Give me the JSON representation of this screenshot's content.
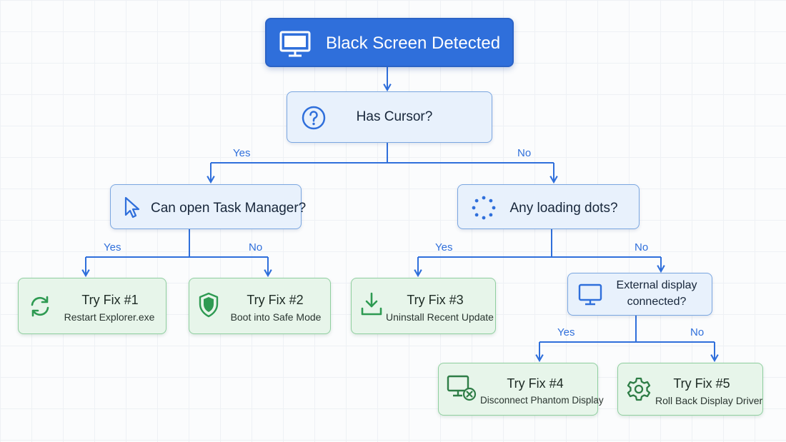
{
  "start": {
    "label": "Black Screen Detected",
    "icon": "monitor-icon"
  },
  "questions": {
    "cursor": {
      "label": "Has Cursor?",
      "icon": "question-icon"
    },
    "task_manager": {
      "label": "Can open Task Manager?",
      "icon": "cursor-icon"
    },
    "loading_dots": {
      "label": "Any loading dots?",
      "icon": "loading-dots-icon"
    },
    "external_display": {
      "line1": "External display",
      "line2": "connected?",
      "icon": "monitor-icon"
    }
  },
  "fixes": [
    {
      "title": "Try Fix #1",
      "subtitle": "Restart Explorer.exe",
      "icon": "refresh-icon"
    },
    {
      "title": "Try Fix #2",
      "subtitle": "Boot into Safe Mode",
      "icon": "shield-icon"
    },
    {
      "title": "Try Fix #3",
      "subtitle": "Uninstall Recent Update",
      "icon": "download-icon"
    },
    {
      "title": "Try Fix #4",
      "subtitle": "Disconnect Phantom Display",
      "icon": "monitor-x-icon"
    },
    {
      "title": "Try Fix #5",
      "subtitle": "Roll Back Display Driver",
      "icon": "gear-icon"
    }
  ],
  "edges": {
    "cursor_yes": "Yes",
    "cursor_no": "No",
    "task_yes": "Yes",
    "task_no": "No",
    "dots_yes": "Yes",
    "dots_no": "No",
    "display_yes": "Yes",
    "display_no": "No"
  },
  "colors": {
    "accent_blue": "#2f6fdb",
    "question_fill": "#e8f1fc",
    "fix_fill": "#e7f5ea",
    "fix_icon_green": "#2e9a52"
  }
}
